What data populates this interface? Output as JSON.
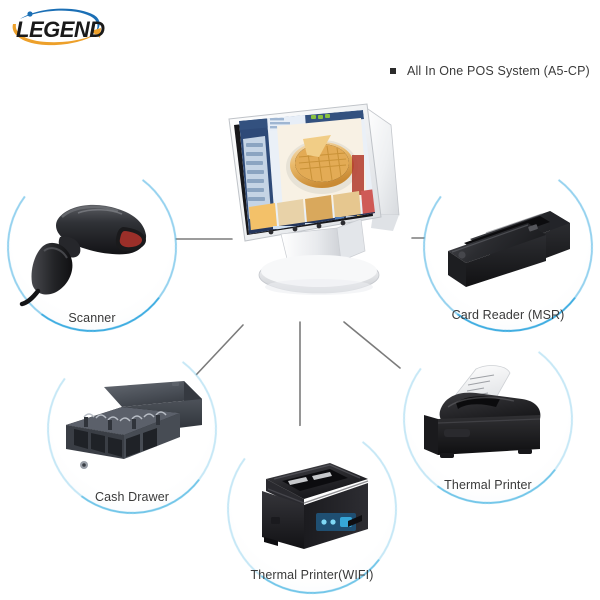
{
  "brand": {
    "name": "LEGEND",
    "swoosh_top_color": "#1b6fb5",
    "swoosh_bottom_color": "#eda02a",
    "text_color": "#1a1a1a"
  },
  "header": {
    "bullet": "square-bullet",
    "product_label": "All In One POS System (A5-CP)"
  },
  "diagram": {
    "background": "#ffffff",
    "accent_color": "#35a9e0",
    "connector_color": "#7b7b7b",
    "center": {
      "name": "pos-terminal",
      "caption": "",
      "body_color": "#f2f3f5",
      "bezel_color": "#1c1c1e",
      "screen": {
        "sidebar_color": "#2e4a78",
        "panel_color": "#dce7f2",
        "hero_item": "waffle",
        "thumbnail_count": 5,
        "taskbar_color": "#24365c"
      }
    },
    "peripherals": [
      {
        "id": "scanner",
        "caption": "Scanner",
        "device": "barcode-scanner",
        "color": "#2a2a2d"
      },
      {
        "id": "card-reader",
        "caption": "Card Reader (MSR)",
        "device": "msr-card-reader",
        "color": "#27272a"
      },
      {
        "id": "cash-drawer",
        "caption": "Cash Drawer",
        "device": "cash-drawer",
        "color": "#44484f"
      },
      {
        "id": "thermal-printer",
        "caption": "Thermal Printer",
        "device": "receipt-printer",
        "color": "#1f1f22"
      },
      {
        "id": "thermal-printer-wifi",
        "caption": "Thermal Printer(WIFI)",
        "device": "receipt-printer-wifi",
        "color": "#303033"
      }
    ],
    "connections": [
      {
        "from": "pos-terminal",
        "to": "scanner"
      },
      {
        "from": "pos-terminal",
        "to": "card-reader"
      },
      {
        "from": "pos-terminal",
        "to": "cash-drawer"
      },
      {
        "from": "pos-terminal",
        "to": "thermal-printer"
      },
      {
        "from": "pos-terminal",
        "to": "thermal-printer-wifi"
      }
    ]
  }
}
